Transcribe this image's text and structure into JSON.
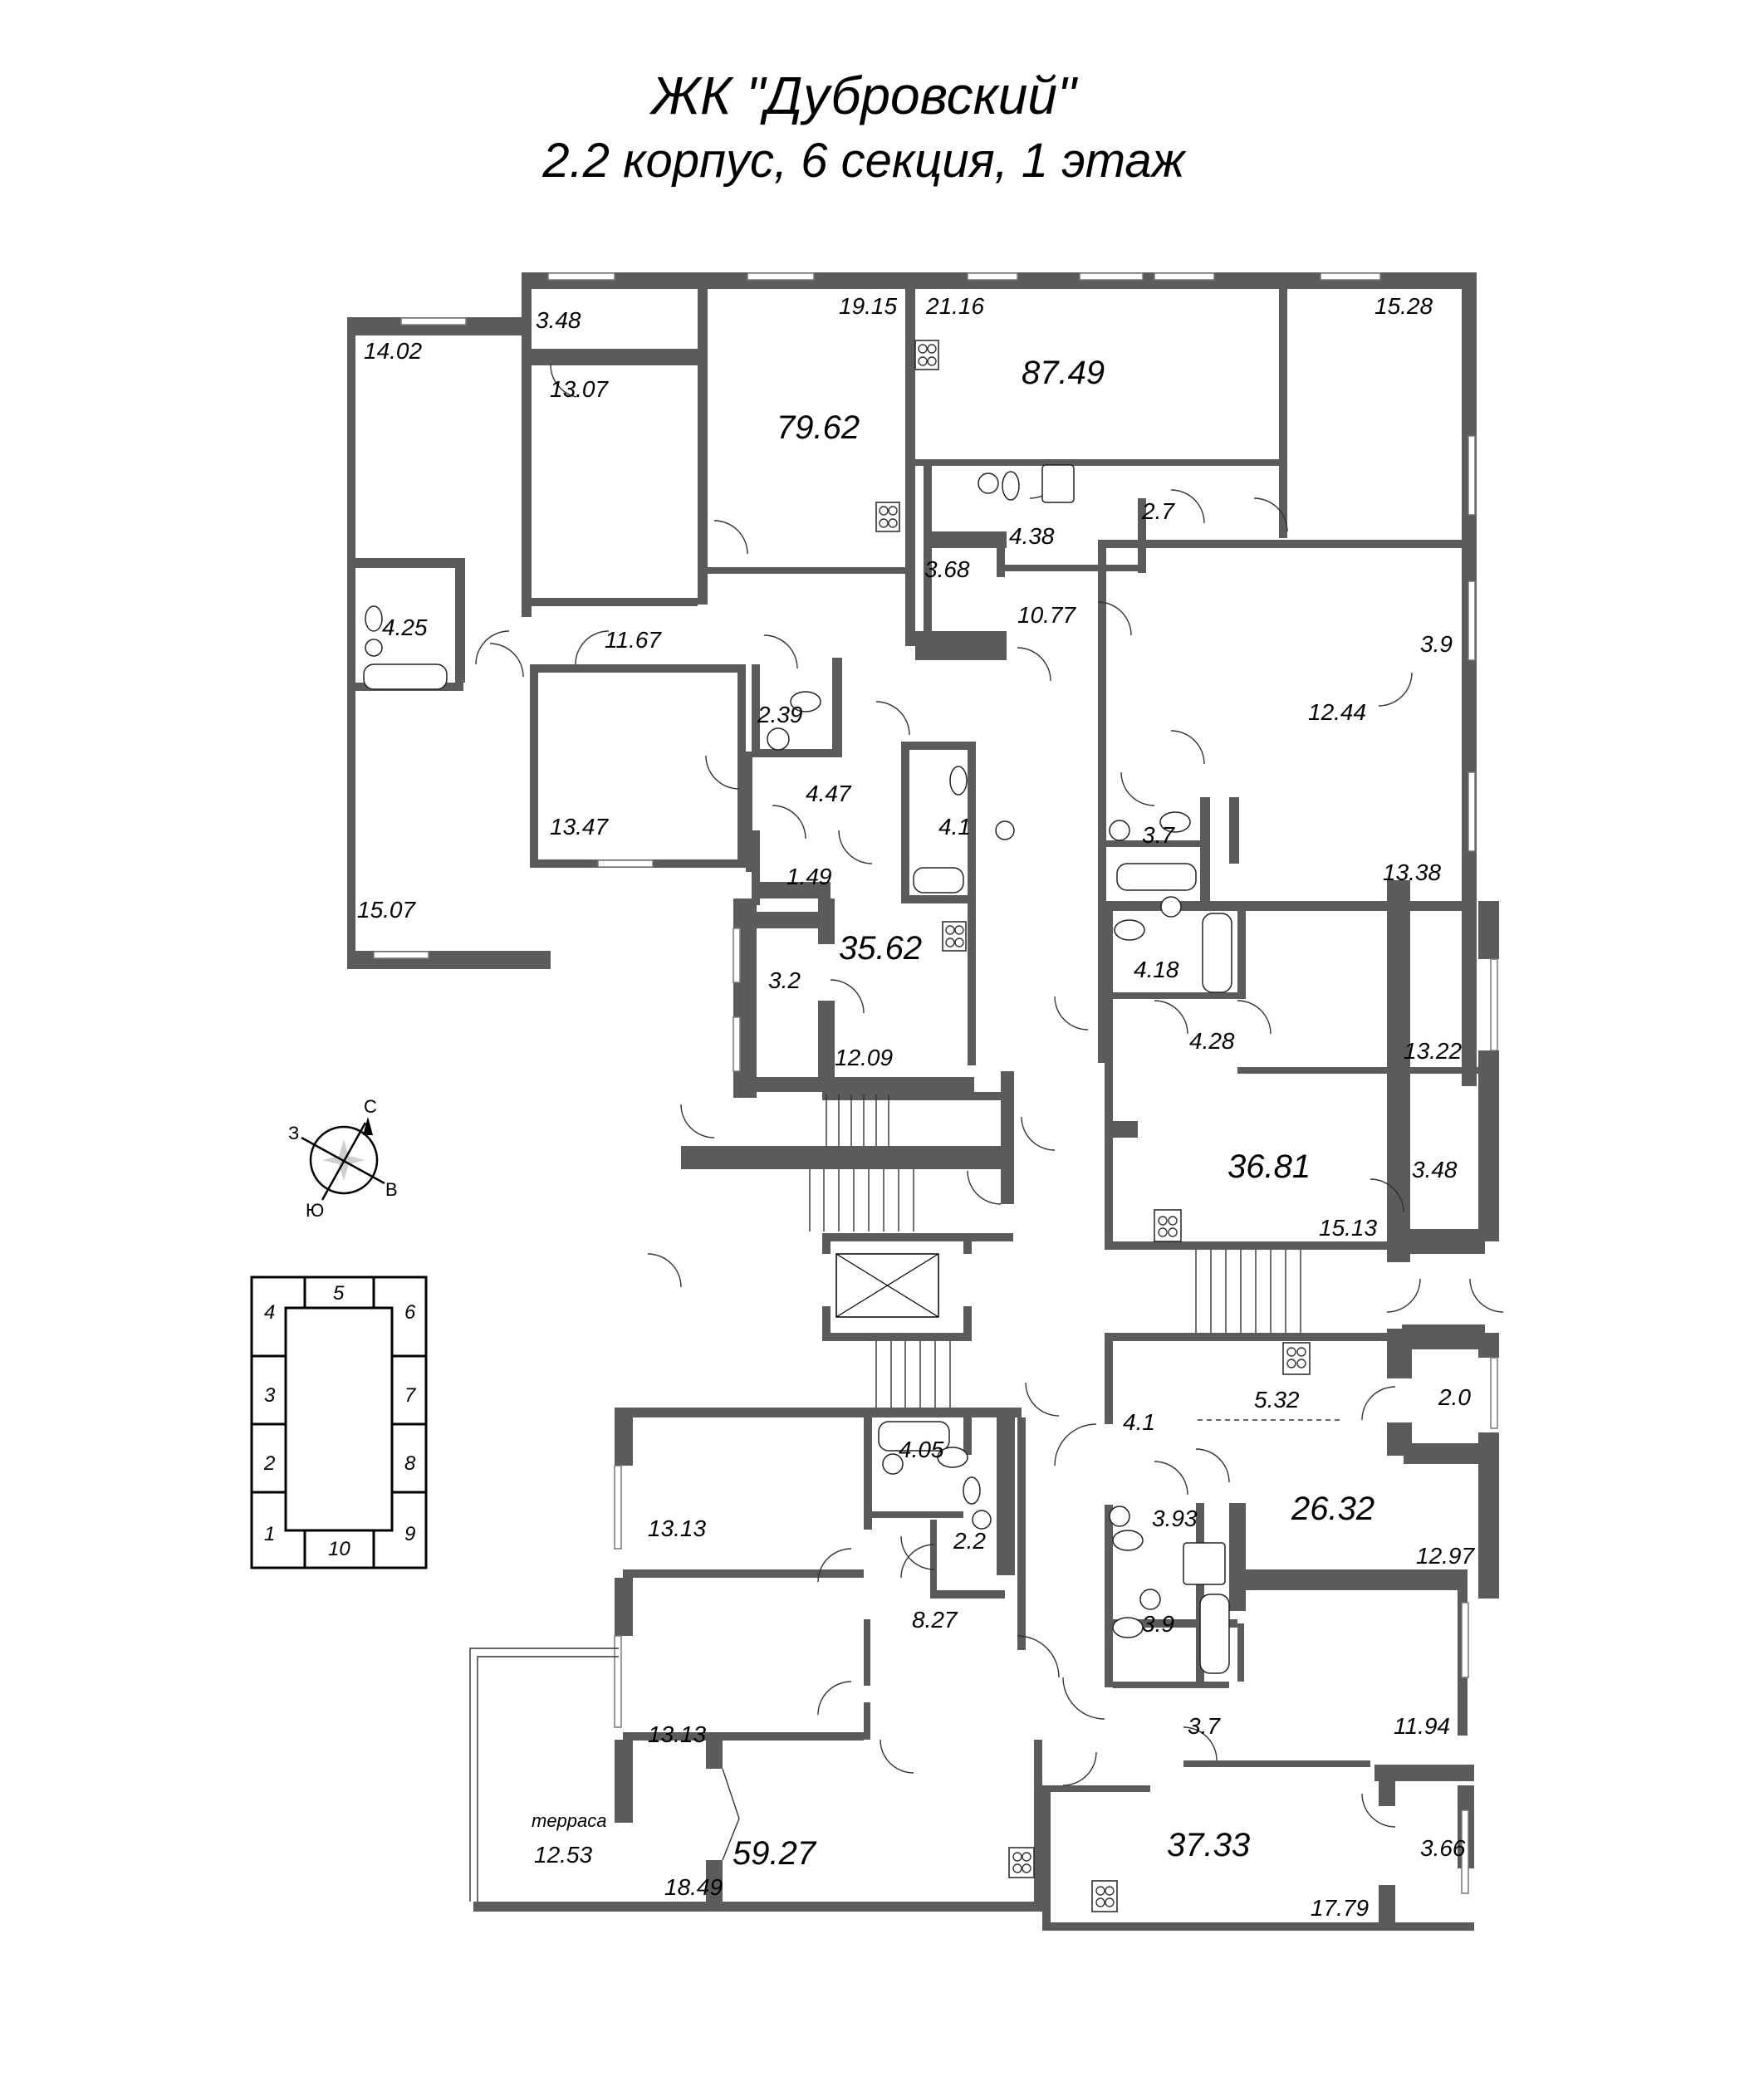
{
  "header": {
    "title": "ЖК \"Дубровский\"",
    "subtitle": "2.2 корпус, 6 секция, 1 этаж"
  },
  "colors": {
    "wall": "#5b5b5b",
    "background": "#ffffff",
    "key_highlight": "#e0e0e0"
  },
  "apartments": [
    {
      "id": "apt-79-62",
      "total": "79.62",
      "rooms": [
        "14.02",
        "3.48",
        "13.07",
        "19.15",
        "4.25",
        "11.67"
      ]
    },
    {
      "id": "apt-87-49",
      "total": "87.49",
      "rooms": [
        "21.16",
        "15.28",
        "4.38",
        "3.68",
        "2.7",
        "10.77",
        "12.44",
        "3.9"
      ]
    },
    {
      "id": "apt-35-62",
      "total": "35.62",
      "rooms": [
        "2.39",
        "4.47",
        "4.1",
        "1.49",
        "3.2",
        "12.09"
      ]
    },
    {
      "id": "apt-left",
      "total": "",
      "rooms": [
        "13.47",
        "15.07"
      ]
    },
    {
      "id": "apt-36-81",
      "total": "36.81",
      "rooms": [
        "3.7",
        "13.38",
        "4.18",
        "4.28",
        "13.22",
        "15.13",
        "3.48"
      ]
    },
    {
      "id": "apt-26-32",
      "total": "26.32",
      "rooms": [
        "4.1",
        "5.32",
        "2.0",
        "3.93",
        "12.97"
      ]
    },
    {
      "id": "apt-37-33",
      "total": "37.33",
      "rooms": [
        "3.9",
        "3.7",
        "11.94",
        "17.79",
        "3.66"
      ]
    },
    {
      "id": "apt-59-27",
      "total": "59.27",
      "rooms": [
        "13.13",
        "4.05",
        "2.2",
        "8.27",
        "13.13",
        "18.49",
        "12.53"
      ]
    }
  ],
  "labels": {
    "r14_02": "14.02",
    "r3_48a": "3.48",
    "r13_07": "13.07",
    "r19_15": "19.15",
    "t79_62": "79.62",
    "r21_16": "21.16",
    "t87_49": "87.49",
    "r15_28": "15.28",
    "r4_38": "4.38",
    "r3_68": "3.68",
    "r2_7": "2.7",
    "r10_77": "10.77",
    "r4_25": "4.25",
    "r11_67": "11.67",
    "r3_9a": "3.9",
    "r12_44": "12.44",
    "r2_39": "2.39",
    "r4_47": "4.47",
    "r4_1a": "4.1",
    "r1_49": "1.49",
    "r13_47": "13.47",
    "r15_07": "15.07",
    "r3_7a": "3.7",
    "r13_38": "13.38",
    "r3_2": "3.2",
    "t35_62": "35.62",
    "r12_09": "12.09",
    "r4_18": "4.18",
    "r4_28": "4.28",
    "r13_22": "13.22",
    "t36_81": "36.81",
    "r3_48b": "3.48",
    "r15_13": "15.13",
    "r5_32": "5.32",
    "r2_0": "2.0",
    "r4_1b": "4.1",
    "r3_93": "3.93",
    "t26_32": "26.32",
    "r12_97": "12.97",
    "r4_05": "4.05",
    "r13_13a": "13.13",
    "r2_2": "2.2",
    "r8_27": "8.27",
    "r3_9b": "3.9",
    "r3_7b": "3.7",
    "r11_94": "11.94",
    "r13_13b": "13.13",
    "terrace_word": "терраса",
    "r12_53": "12.53",
    "t59_27": "59.27",
    "r18_49": "18.49",
    "t37_33": "37.33",
    "r3_66": "3.66",
    "r17_79": "17.79"
  },
  "compass": {
    "north": "С",
    "south": "Ю",
    "east": "В",
    "west": "З"
  },
  "key_plan": {
    "sections": [
      "1",
      "2",
      "3",
      "4",
      "5",
      "6",
      "7",
      "8",
      "9",
      "10"
    ],
    "highlighted": "6"
  }
}
